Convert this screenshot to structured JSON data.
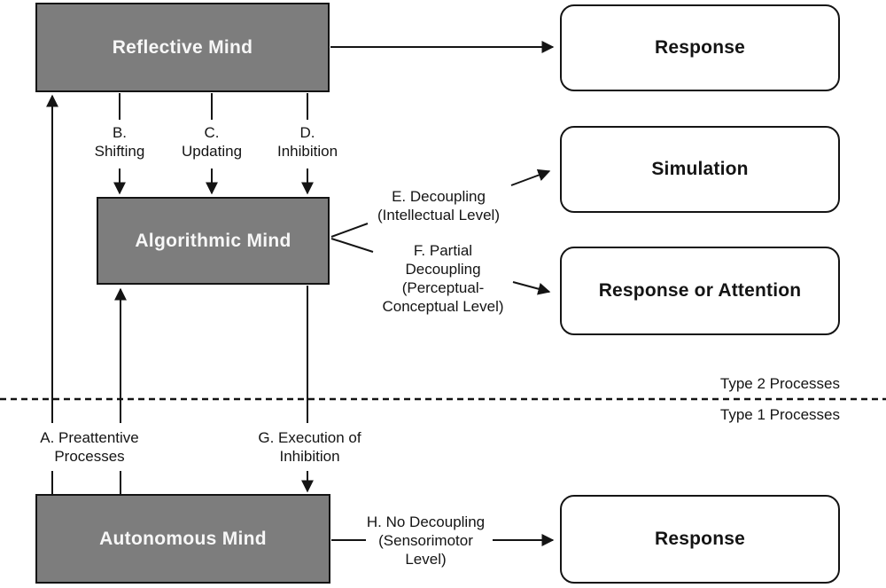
{
  "colors": {
    "mind_box_fill": "#7d7d7d",
    "mind_box_text": "#f7f7f7",
    "line": "#141414",
    "background": "#ffffff"
  },
  "mind_boxes": {
    "reflective": "Reflective Mind",
    "algorithmic": "Algorithmic Mind",
    "autonomous": "Autonomous Mind"
  },
  "output_boxes": {
    "response_top": "Response",
    "simulation": "Simulation",
    "response_or_attention": "Response or Attention",
    "response_bottom": "Response"
  },
  "process_labels": {
    "a": "A. Preattentive\nProcesses",
    "b": "B.\nShifting",
    "c": "C.\nUpdating",
    "d": "D.\nInhibition",
    "e": "E. Decoupling\n(Intellectual Level)",
    "f": "F. Partial\nDecoupling\n(Perceptual-\nConceptual Level)",
    "g": "G. Execution of\nInhibition",
    "h": "H. No Decoupling\n(Sensorimotor\nLevel)"
  },
  "divider": {
    "above": "Type 2 Processes",
    "below": "Type 1 Processes"
  }
}
